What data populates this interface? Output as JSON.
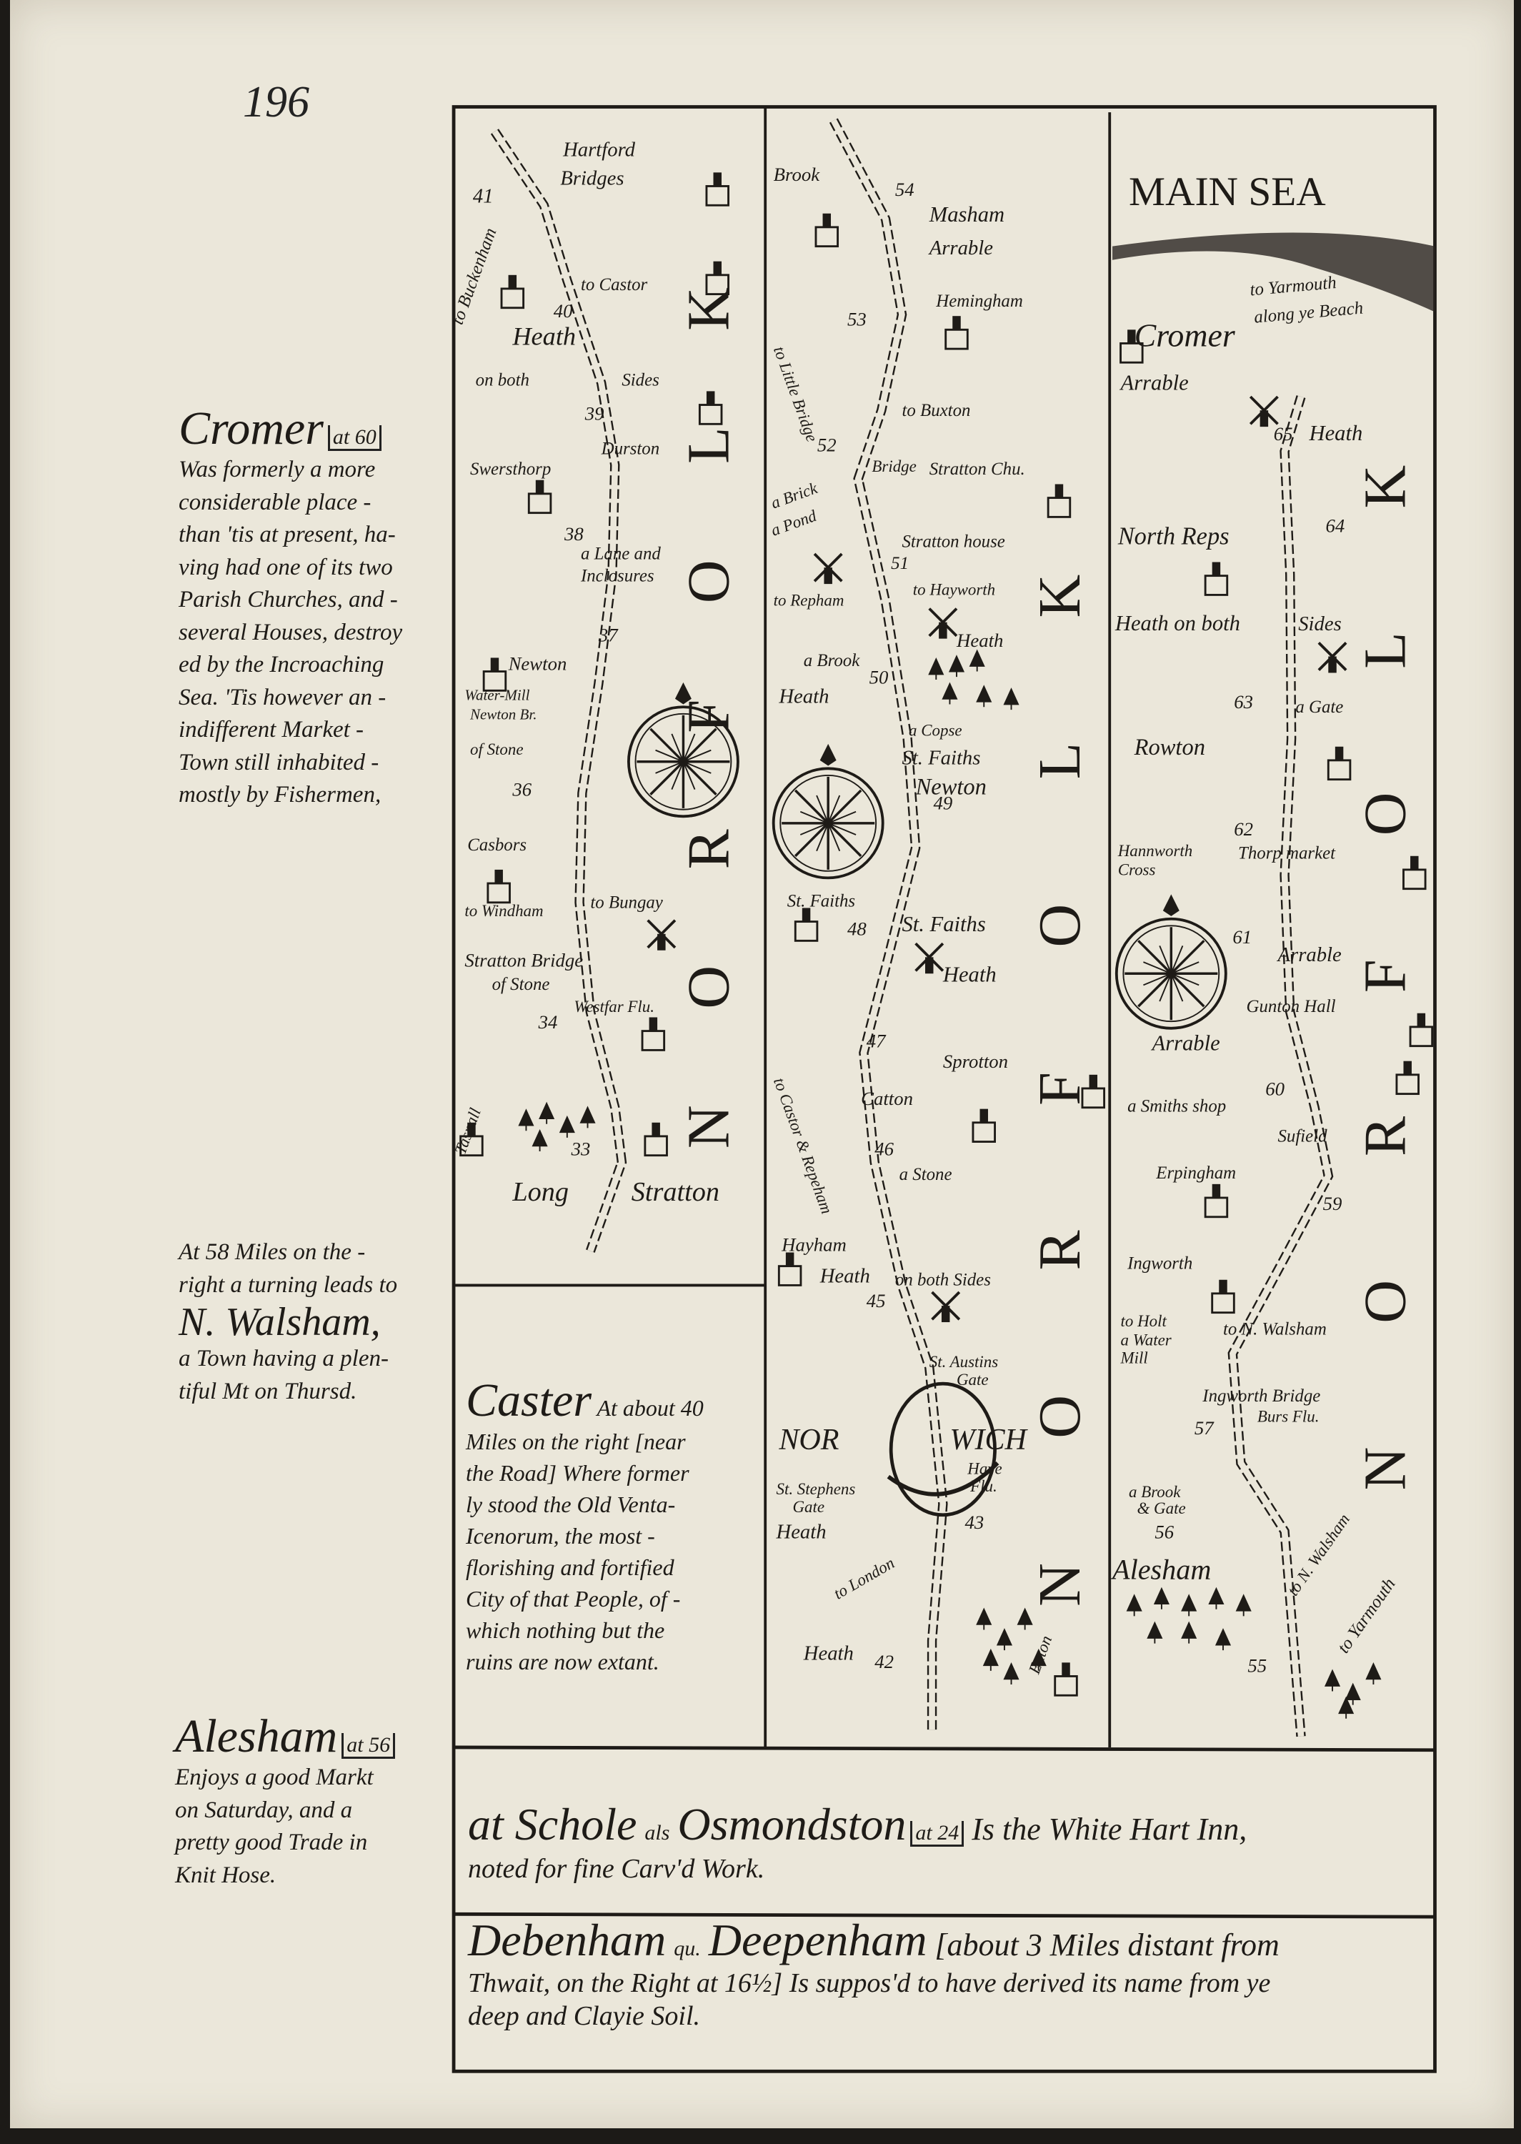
{
  "page_number": "196",
  "colors": {
    "paper": "#ebe7da",
    "ink": "#1e1b17"
  },
  "strips": [
    {
      "county": "NORFOLK",
      "labels": [
        "41",
        "Hartford",
        "Bridges",
        "to Buckenham",
        "to Castor",
        "40",
        "Heath",
        "on both",
        "Sides",
        "39",
        "Durston",
        "Swersthorp",
        "38",
        "a Lane and",
        "Inclosures",
        "37",
        "Newton",
        "Water-Mill",
        "Newton Br.",
        "of Stone",
        "36",
        "Casbors",
        "to Windham",
        "to Bungay",
        "Stratton Bridge",
        "of Stone",
        "Westfar Flu.",
        "34",
        "33",
        "Long",
        "Stratton",
        "Tasnall"
      ]
    },
    {
      "county": "NORFOLK",
      "labels": [
        "Brook",
        "54",
        "Masham",
        "Arrable",
        "Hemingham",
        "53",
        "to Little Bridge",
        "to Buxton",
        "52",
        "Bridge",
        "Stratton Chu.",
        "a Brick",
        "a Pond",
        "Stratton house",
        "51",
        "to Hayworth",
        "to Repham",
        "Heath",
        "a Brook",
        "50",
        "Heath",
        "a Copse",
        "St. Faiths",
        "Newton",
        "49",
        "St. Faiths",
        "48",
        "St. Faiths",
        "Heath",
        "47",
        "Sprotton",
        "to Castor & Repeham",
        "Catton",
        "46",
        "a Stone",
        "Hayham",
        "Heath",
        "45",
        "on both Sides",
        "St. Austins",
        "Gate",
        "NOR",
        "WICH",
        "St. Stephens",
        "Gate",
        "Have",
        "Flu.",
        "43",
        "Heath",
        "to London",
        "Heath",
        "42",
        "Eaton"
      ]
    },
    {
      "county": "NORFOLK",
      "labels": [
        "MAIN SEA",
        "Cromer",
        "Arrable",
        "to Yarmouth",
        "along ye Beach",
        "65",
        "Heath",
        "North Reps",
        "64",
        "Heath on both",
        "Sides",
        "63",
        "a Gate",
        "Rowton",
        "62",
        "Thorp market",
        "Hannworth",
        "Cross",
        "61",
        "Arrable",
        "Gunton Hall",
        "Arrable",
        "60",
        "a Smiths shop",
        "Sufield",
        "Erpingham",
        "59",
        "Ingworth",
        "to Holt",
        "a Water",
        "Mill",
        "to N. Walsham",
        "Ingworth Bridge",
        "Burs Flu.",
        "57",
        "a Brook",
        "& Gate",
        "56",
        "Alesham",
        "to N. Walsham",
        "to Yarmouth",
        "55"
      ]
    }
  ],
  "notes": {
    "cromer": {
      "title": "Cromer",
      "ref": "at 60",
      "lines": [
        "Was formerly a more",
        "considerable place -",
        "than 'tis at present, ha-",
        "ving had one of its two",
        "Parish Churches, and -",
        "several Houses, destroy",
        "ed by the Incroaching",
        "Sea. 'Tis however an -",
        "indifferent Market -",
        "Town still inhabited -",
        "mostly by Fishermen,"
      ]
    },
    "walsham": {
      "lines": [
        "At 58 Miles on the -",
        "right a turning leads to"
      ],
      "title": "N. Walsham,",
      "after": [
        "a Town having a plen-",
        "tiful Mt on Thursd."
      ]
    },
    "alesham": {
      "title": "Alesham",
      "ref": "at 56",
      "lines": [
        "Enjoys a good Markt",
        "on Saturday, and a",
        "pretty good Trade in",
        "Knit Hose."
      ]
    },
    "caster": {
      "title": "Caster",
      "first": "At about 40",
      "lines": [
        "Miles on the right [near",
        "the Road] Where former",
        "ly stood the Old Venta-",
        "Icenorum, the most -",
        "florishing and fortified",
        "City of that People, of -",
        "which nothing but the",
        "ruins are now extant."
      ]
    },
    "schole": {
      "title": "at Schole",
      "mid": "als",
      "name": "Osmondston",
      "ref": "at 24",
      "rest": "Is the White Hart Inn,",
      "line2": "noted for fine Carv'd Work."
    },
    "debenham": {
      "title": "Debenham",
      "mid": "qu.",
      "name": "Deepenham",
      "rest": "[about 3 Miles distant from",
      "line2": "Thwait, on the Right at 16½] Is suppos'd to have derived its name from ye",
      "line3": "deep and Clayie Soil."
    }
  }
}
